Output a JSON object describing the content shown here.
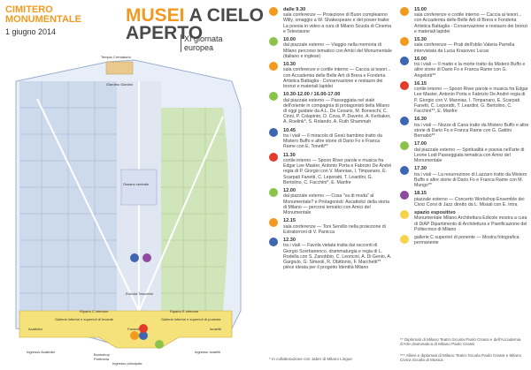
{
  "header": {
    "cimitero_line1": "CIMITERO",
    "cimitero_line2": "MONUMENTALE",
    "date": "1 giugno 2014",
    "title_part1": "MUSEI",
    "title_part2": "A CIELO",
    "title_line2": "APERTO",
    "subtitle_line1": "XI giornata",
    "subtitle_line2": "europea"
  },
  "colors": {
    "orange": "#f29a1f",
    "green": "#8bc34a",
    "blue": "#3f66b0",
    "red": "#e23b2e",
    "purple": "#8e4a9e",
    "yellow": "#f6d34a",
    "map_blue": "#c8d6ea",
    "map_green": "#cde3b3"
  },
  "map": {
    "labels": {
      "tempio": "Tempio Crematorio",
      "giardino": "Giardino Giardini",
      "ossario": "Ossario centrale",
      "galleria_left": "Galleria inferiori e superiori di levante",
      "galleria_right": "Galleria inferiori e superiori di ponente",
      "famedio": "Famedio",
      "ingresso_accattoli": "Ingresso Acattolici",
      "ingresso_israeliti": "Ingresso Israeliti",
      "ingresso_principale": "Ingresso principale",
      "bookshop": "Bookshop",
      "portineria": "Portineria",
      "acattolici": "Acattolici",
      "israeliti": "Israeliti",
      "riparto_left": "Riparto C inferiore",
      "riparto_right": "Riparto E inferiore",
      "edicola": "Edicola Toscanini"
    }
  },
  "events_left": [
    {
      "time": "dalle 9.30",
      "color": "#f29a1f",
      "text": "sala conferenze — Proiezione di Buon compleanno Willy, omaggio a W. Shakespeare e del power trailer La poesia in video a cura di Milano Scuola di Cinema e Televisione"
    },
    {
      "time": "10.00",
      "color": "#8bc34a",
      "text": "dal piazzale esterno — Viaggio nella memoria di Milano percorso tematico con Amici del Monumentale (italiano e inglese)"
    },
    {
      "time": "10.30",
      "color": "#f29a1f",
      "text": "sala conferenze e cortile interno — Caccia ai tesori... con Accademia delle Belle Arti di Brera e Fonderia Artistica Battaglia - Conservazione e restauro dei bronzi e materiali lapidei"
    },
    {
      "time": "10.30-12.00 / 16.00-17.00",
      "color": "#8bc34a",
      "text": "dal piazzale esterno — Passeggiata nel vialé dell'oriente in compagnia di protagonisti della Milano di oggi guidate da A.L. De Cesaris, M. Boneschi, C. Cinni, P. Colapinto, D. Cova, P. Daverio, A. Kerbaker, A. Roelink*, S. Rolando, A. Ruth Shammah"
    },
    {
      "time": "10.45",
      "color": "#3f66b0",
      "text": "tra i viali — Il miracolo di Gesù bambino tratto da Mistero Buffo e altre storie di Dario Fo e Franca Rame con E. Tonetti**"
    },
    {
      "time": "11.30",
      "color": "#e23b2e",
      "text": "cortile interno — Spoon River parole e musica fra Edgar Lee Master, Antonio Porta e Fabrizio De André regia di P. Giorgio con V. Mannias, I. Timpanaro, E. Scarpati Fanetti, C. Leporatti, T. Leardini, G. Bertolino, C. Facchini*, E. Manfre"
    },
    {
      "time": "12.00",
      "color": "#8bc34a",
      "text": "dal piazzale esterno — Cosa \"va di moda\" al Monumentale? e Protagonisti: Ascattolici della storia di Milano — percorsi tematici con Amici del Monumentale"
    },
    {
      "time": "12.15",
      "color": "#f29a1f",
      "text": "sala conferenze — Toni Servillo nella proiezione di Estratorroni di V. Panicca"
    },
    {
      "time": "12.30",
      "color": "#3f66b0",
      "text": "tra i viali — Favola vietata tratta dai racconti di Giorgio Scerbanenco, drammaturgia e regia di L. Rodella con S. Zanobbio, C. Leoncini, A. Di Genio, A. Gargiulo, G. Simeoli, R. Obittonio, F. Marchetti** pièce ideata per il progetto Identità Milano"
    }
  ],
  "events_right": [
    {
      "time": "15.00",
      "color": "#f29a1f",
      "text": "sala conferenze e cortile interno — Caccia ai tesori... con Accademia delle Belle Arti di Brera e Fonderia Artistica Battaglia - Conservazione e restauro dei bronzi e materiali lapidei"
    },
    {
      "time": "15.30",
      "color": "#f29a1f",
      "text": "sala conferenze — Prati dell'oblio Valeria Parrella intervistata da Lucia Krasovec Lucas"
    },
    {
      "time": "16.00",
      "color": "#3f66b0",
      "text": "tra i viali — Il matto e la morte tratto da Mistero Buffo e altre storie di Dario Fo e Franca Rame con G. Angelotti**"
    },
    {
      "time": "16.15",
      "color": "#e23b2e",
      "text": "cortile interno — Spoon River parole e musica fra Edgar Lee Master, Antonio Porta e Fabrizio De André regia di P. Giorgio con V. Mannias, I. Timpanaro, E. Scarpati Fanetti, C. Leporatti, T. Leardini, G. Bertolino, C. Facchini**, E. Manfre"
    },
    {
      "time": "16.30",
      "color": "#3f66b0",
      "text": "tra i viali — Nozze di Cana tratto da Mistero Buffo e altre storie di Dario Fo e Franca Rame con G. Gattini Bernabò**"
    },
    {
      "time": "17.00",
      "color": "#8bc34a",
      "text": "dal piazzale esterno — Spiritualità e poesia nell'arte di Leone Lodi Passeggiata tematica con Amici del Monumentale"
    },
    {
      "time": "17.30",
      "color": "#3f66b0",
      "text": "tra i viali — La resurrezione di Lazzaro tratto da Mistero Buffo e altre storie di Dario Fo e Franca Rame con M. Mungo**"
    },
    {
      "time": "18.15",
      "color": "#8e4a9e",
      "text": "piazzale esterno — Concerto Workshop Ensemble dei Civici Corsi di Jazz diretto da L. Misiati con E. Intra"
    },
    {
      "time": "spazio espositivo",
      "color": "#f6d34a",
      "text": "Monumentale Milano Architettura Edicole mostra a cura di DiAP Dipartimento di Architettura e Pianificazione del Politecnico di Milano"
    },
    {
      "time": "",
      "color": "#f6d34a",
      "text": "gallerie C superiori di ponente — Mostra fotografica permanente"
    }
  ],
  "notes": {
    "left": "* In collaborazione con Jaber di Milano Lingue",
    "right1": "** Diplomati di Milano Teatro Scuola Paolo Grassi e dell'Accademia d'Arte drammatica di Milano Paolo Grassi",
    "right2": "*** Allievi e diplomati di Milano Teatro Scuola Paolo Grassi e Milano Civica Scuola di Musica"
  }
}
